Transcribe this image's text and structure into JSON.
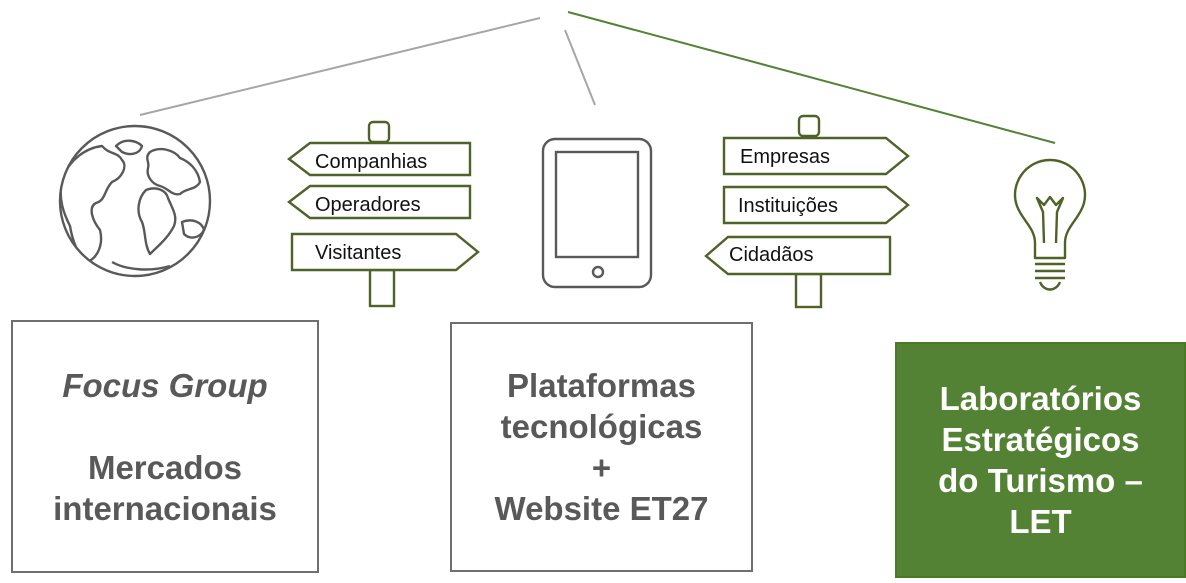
{
  "colors": {
    "connector_gray": "#a6a6a6",
    "connector_green": "#548235",
    "icon_stroke_gray": "#595959",
    "icon_stroke_green": "#4f6228",
    "box_text_gray": "#595959",
    "box_fill_green": "#548235"
  },
  "icons": [
    "globe-icon",
    "signpost-icon",
    "tablet-icon",
    "signpost-icon",
    "lightbulb-icon"
  ],
  "signpost_left": {
    "labels": [
      "Companhias",
      "Operadores",
      "Visitantes"
    ]
  },
  "signpost_right": {
    "labels": [
      "Empresas",
      "Instituições",
      "Cidadãos"
    ]
  },
  "boxes": {
    "focus": {
      "title": "Focus Group",
      "line1": "Mercados",
      "line2": "internacionais"
    },
    "platforms": {
      "line1": "Plataformas",
      "line2": "tecnológicas",
      "line3": "+",
      "line4": "Website ET27"
    },
    "let": {
      "line1": "Laboratórios",
      "line2": "Estratégicos",
      "line3": "do Turismo –",
      "line4": "LET"
    }
  }
}
